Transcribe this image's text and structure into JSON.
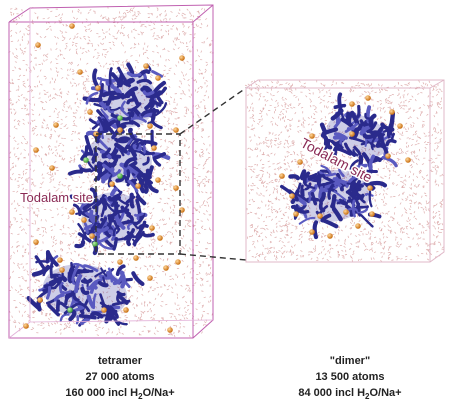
{
  "site_label": "Todalam site",
  "left_panel": {
    "name": "tetramer",
    "atoms": "27 000 atoms",
    "incl_prefix": "160 000 incl H",
    "incl_sub": "2",
    "incl_suffix": "O/Na+"
  },
  "right_panel": {
    "name": "\"dimer\"",
    "atoms": "13 500 atoms",
    "incl_prefix": "84 000 incl H",
    "incl_sub": "2",
    "incl_suffix": "O/Na+"
  },
  "colors": {
    "box_edge": "#c060b0",
    "water": "#d9a3a3",
    "protein": "#2a2a8c",
    "ion": "#e0902a",
    "ligand": "#5cc84a",
    "label": "#8a2a55",
    "dashed": "#333333"
  },
  "icons": [
    "water-box-icon",
    "protein-ribbon-icon",
    "sodium-ion-icon",
    "ligand-icon"
  ]
}
